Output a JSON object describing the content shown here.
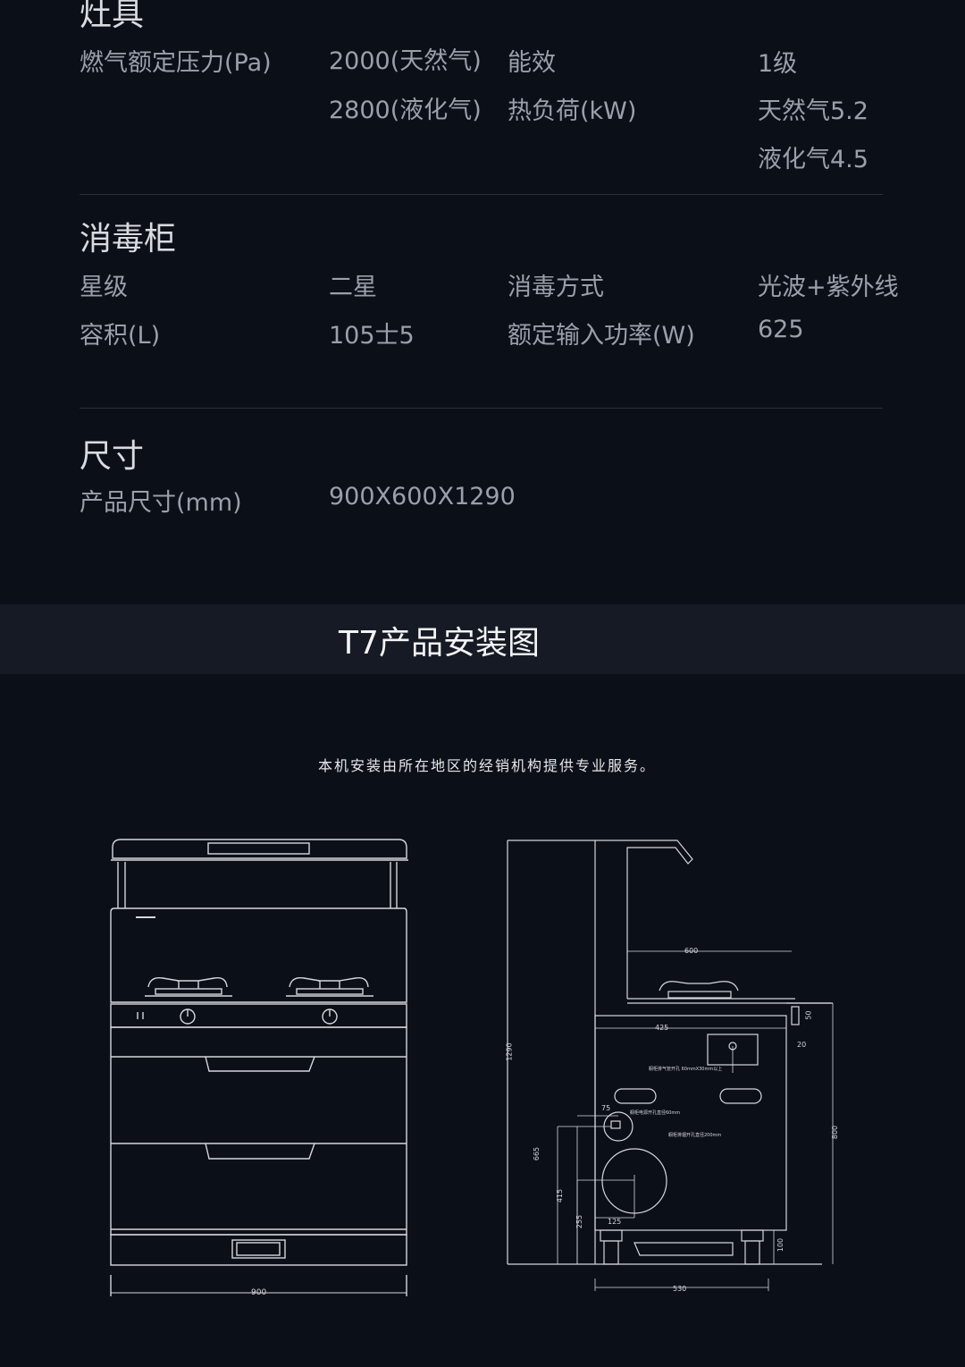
{
  "stove": {
    "title": "灶具",
    "rows": [
      {
        "label": "燃气额定压力(Pa)",
        "value": "2000(天然气)",
        "label2": "能效",
        "value2": "1级"
      },
      {
        "label": "",
        "value": "2800(液化气)",
        "label2": "热负荷(kW)",
        "value2": "天然气5.2"
      },
      {
        "label": "",
        "value": "",
        "label2": "",
        "value2": "液化气4.5"
      }
    ]
  },
  "cabinet": {
    "title": "消毒柜",
    "rows": [
      {
        "label": "星级",
        "value": "二星",
        "label2": "消毒方式",
        "value2": "光波+紫外线"
      },
      {
        "label": "容积(L)",
        "value": "105士5",
        "label2": "额定输入功率(W)",
        "value2": "625"
      }
    ]
  },
  "size": {
    "title": "尺寸",
    "rows": [
      {
        "label": "产品尺寸(mm)",
        "value": "900X600X1290"
      }
    ]
  },
  "install": {
    "title": "T7产品安装图",
    "note": "本机安装由所在地区的经销机构提供专业服务。"
  },
  "diagram": {
    "front_width": "900",
    "dims": {
      "d600": "600",
      "d425": "425",
      "d50": "50",
      "d20": "20",
      "d1290": "1290",
      "d75": "75",
      "d665": "665",
      "d415": "415",
      "d255": "255",
      "d125": "125",
      "d800": "800",
      "d100": "100",
      "d530": "530"
    },
    "notes": {
      "exhaust": "橱柜排气管开孔 60mmX30mm以上",
      "power": "橱柜电源开孔直径60mm",
      "drain": "橱柜排烟开孔直径200mm"
    },
    "colors": {
      "line": "#d4d7dc",
      "bg": "#0b0f18"
    }
  }
}
